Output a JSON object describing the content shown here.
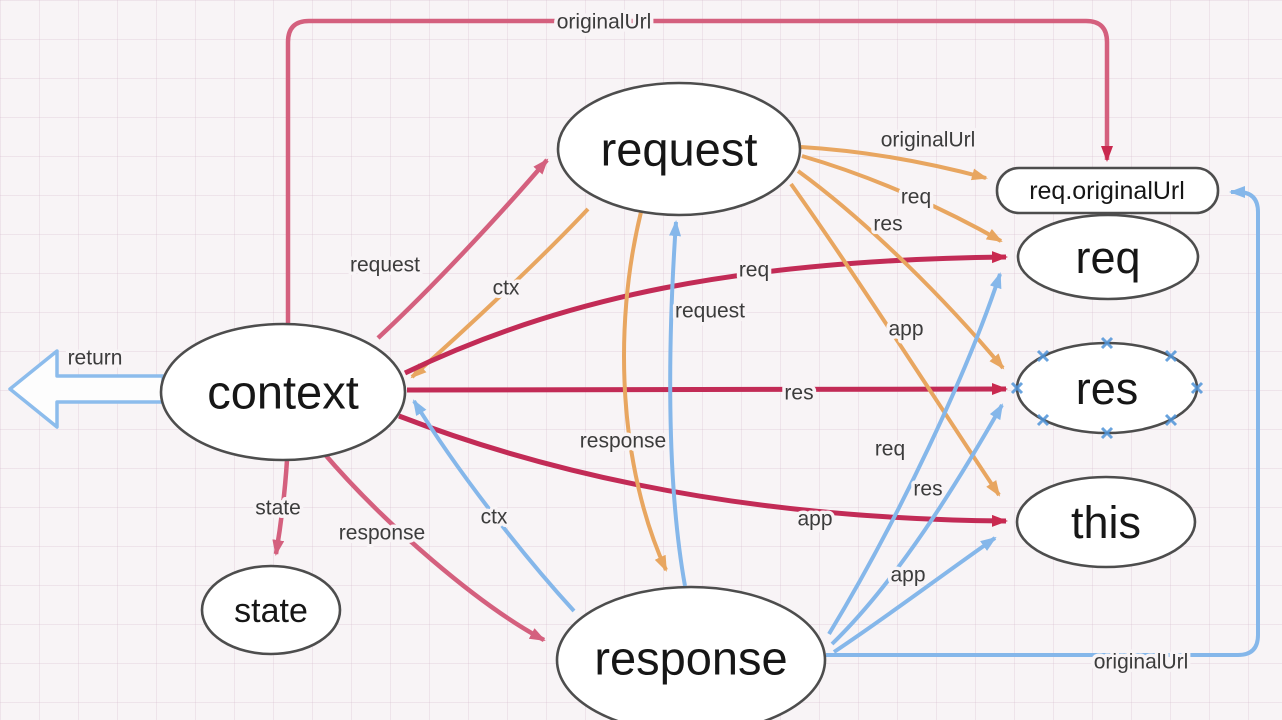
{
  "nodes": {
    "context": {
      "label": "context"
    },
    "request": {
      "label": "request"
    },
    "response": {
      "label": "response"
    },
    "req": {
      "label": "req"
    },
    "res": {
      "label": "res"
    },
    "this": {
      "label": "this"
    },
    "state": {
      "label": "state"
    },
    "req_originalurl": {
      "label": "req.originalUrl"
    }
  },
  "edges": {
    "context_to_req_originalurl": {
      "label": "originalUrl",
      "color": "rose"
    },
    "context_to_request": {
      "label": "request",
      "color": "rose"
    },
    "request_to_context": {
      "label": "ctx",
      "color": "orange"
    },
    "context_to_req": {
      "label": "req",
      "color": "crimson"
    },
    "context_to_res": {
      "label": "res",
      "color": "crimson"
    },
    "context_to_this": {
      "label": "app",
      "color": "crimson"
    },
    "context_to_state": {
      "label": "state",
      "color": "rose"
    },
    "context_to_response": {
      "label": "response",
      "color": "rose"
    },
    "response_to_context": {
      "label": "ctx",
      "color": "blue"
    },
    "response_to_request": {
      "label": "request",
      "color": "blue"
    },
    "request_to_response": {
      "label": "response",
      "color": "orange"
    },
    "request_to_req_originalurl": {
      "label": "originalUrl",
      "color": "orange"
    },
    "request_to_req": {
      "label": "req",
      "color": "orange"
    },
    "request_to_res": {
      "label": "res",
      "color": "orange"
    },
    "request_to_this": {
      "label": "app",
      "color": "orange"
    },
    "response_to_req": {
      "label": "req",
      "color": "blue"
    },
    "response_to_res": {
      "label": "res",
      "color": "blue"
    },
    "response_to_this": {
      "label": "app",
      "color": "blue"
    },
    "response_to_req_originalurl": {
      "label": "originalUrl",
      "color": "blue"
    },
    "return_arrow": {
      "label": "return",
      "color": "blue"
    }
  },
  "colors": {
    "rose": "#d4607e",
    "crimson": "#c22b56",
    "orange": "#e8a660",
    "blue": "#85b7ea",
    "node_border": "#4d4d4d",
    "selection_handle": "#4f94d9",
    "text": "#3c3c3c",
    "background": "#f8f4f6"
  }
}
